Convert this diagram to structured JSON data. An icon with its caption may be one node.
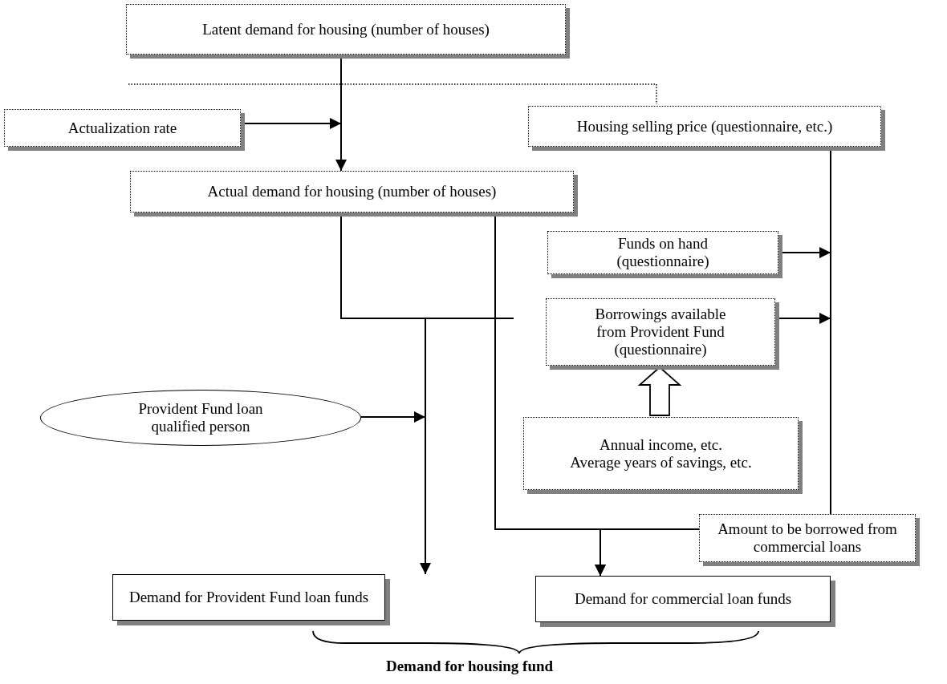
{
  "diagram": {
    "nodes": [
      {
        "text": [
          "Latent demand for housing (number of houses)"
        ]
      },
      {
        "text": [
          "Actualization rate"
        ]
      },
      {
        "text": [
          "Housing selling price (questionnaire, etc.)"
        ]
      },
      {
        "text": [
          "Actual demand for housing (number of houses)"
        ]
      },
      {
        "text": [
          "Funds on hand (questionnaire)"
        ]
      },
      {
        "text": [
          "Borrowings available from Provident Fund (questionnaire)"
        ]
      },
      {
        "text": [
          "Provident Fund loan qualified person"
        ]
      },
      {
        "text": [
          "Annual income, etc.",
          "Average years of savings, etc."
        ]
      },
      {
        "text": [
          "Amount to be borrowed from commercial loans"
        ]
      },
      {
        "text": [
          "Demand for Provident Fund loan funds"
        ]
      },
      {
        "text": [
          "Demand for commercial loan funds"
        ]
      }
    ],
    "edges": [
      {
        "from": 0,
        "to": 3,
        "arrow": "to"
      },
      {
        "from": 1,
        "to": null,
        "arrow": "to"
      },
      {
        "from": 3,
        "to": 9,
        "arrow": "to"
      },
      {
        "from": 3,
        "to": 10,
        "arrow": "to"
      },
      {
        "from": 8,
        "to": 10,
        "arrow": "to"
      },
      {
        "from": 2,
        "to": 8,
        "arrow": "none"
      },
      {
        "from": 4,
        "to": null,
        "arrow": "to"
      },
      {
        "from": 5,
        "to": null,
        "arrow": "to"
      },
      {
        "from": 6,
        "to": null,
        "arrow": "to"
      },
      {
        "from": 7,
        "to": 5,
        "arrow": "to",
        "style": "thick"
      }
    ],
    "labels": [
      "Demand for housing fund"
    ]
  }
}
